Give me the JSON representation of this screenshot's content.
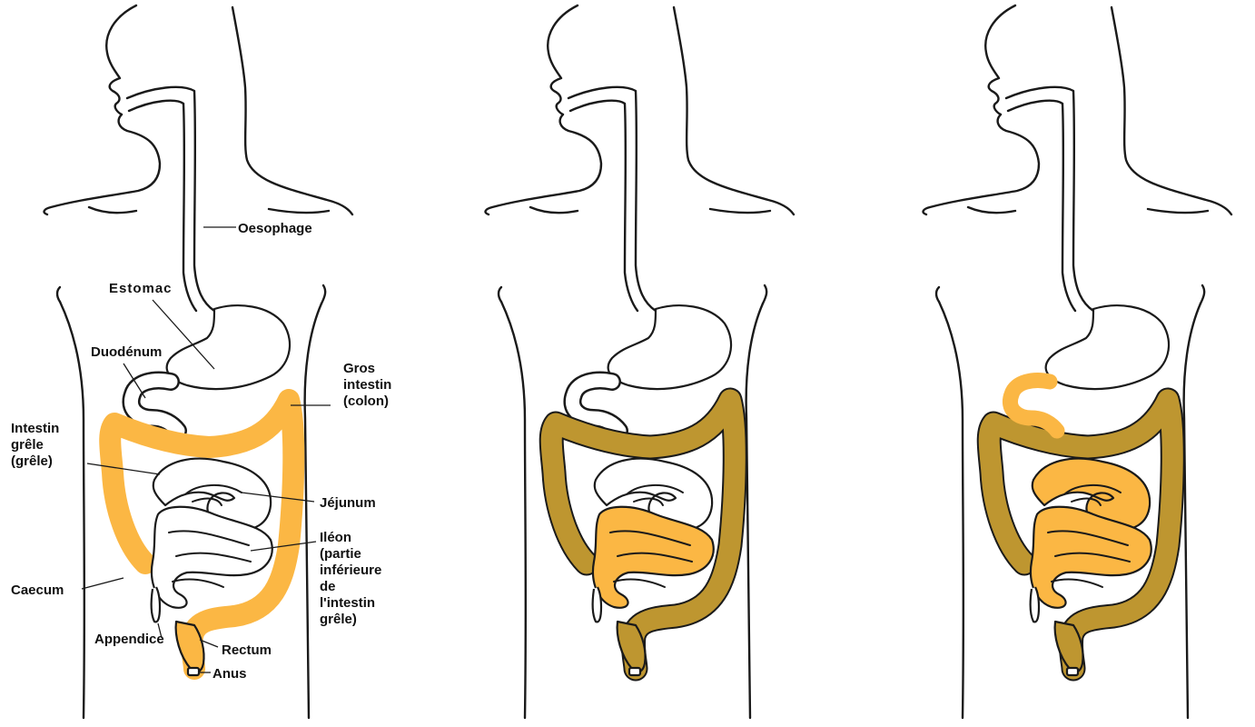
{
  "colors": {
    "highlight": "#FBB744",
    "dark_highlight": "#BE9630",
    "outline": "#1a1a1a",
    "fill_none": "#ffffff"
  },
  "labels": {
    "oesophage": "Oesophage",
    "estomac": "Estomac",
    "duodenum": "Duodénum",
    "gros_intestin": [
      "Gros",
      "intestin",
      "(colon)"
    ],
    "intestin_grele": [
      "Intestin",
      "grêle",
      "(grêle)"
    ],
    "jejunum": "Jéjunum",
    "ileon": [
      "Iléon",
      "(partie",
      "inférieure",
      "de",
      "l'intestin",
      "grêle)"
    ],
    "caecum": "Caecum",
    "appendice": "Appendice",
    "rectum": "Rectum",
    "anus": "Anus"
  },
  "panels": [
    {
      "id": "panel-1",
      "colon": "highlight",
      "duodenum": "none",
      "jejunum": "none",
      "ileum": "none"
    },
    {
      "id": "panel-2",
      "colon": "dark_highlight",
      "duodenum": "none",
      "jejunum": "none",
      "ileum": "highlight"
    },
    {
      "id": "panel-3",
      "colon": "dark_highlight",
      "duodenum": "highlight",
      "jejunum": "highlight",
      "ileum": "highlight"
    }
  ]
}
